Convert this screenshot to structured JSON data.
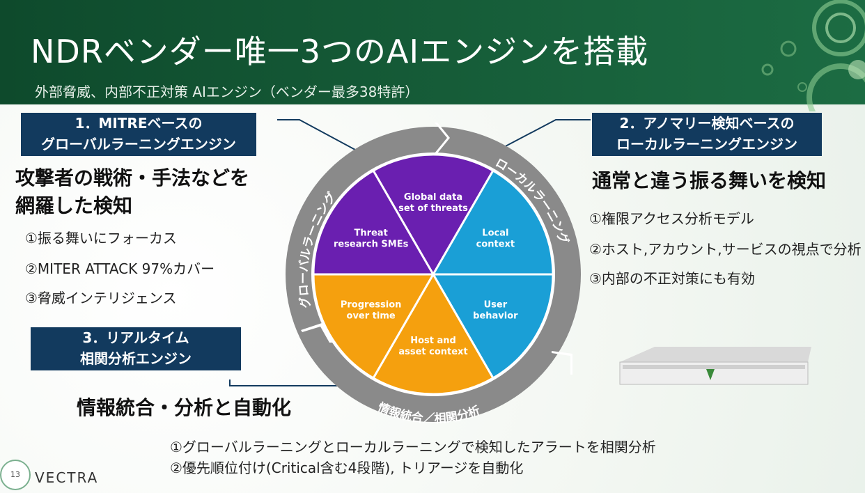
{
  "header": {
    "title": "NDRベンダー唯一3つのAIエンジンを搭載",
    "subtitle": "外部脅威、内部不正対策 AIエンジン（ベンダー最多38特許）"
  },
  "engine1": {
    "label_line1": "1．MITREベースの",
    "label_line2": "グローバルラーニングエンジン",
    "heading_line1": "攻撃者の戦術・手法などを",
    "heading_line2": "網羅した検知",
    "items": [
      "①振る舞いにフォーカス",
      "②MITER ATTACK 97%カバー",
      "③脅威インテリジェンス"
    ]
  },
  "engine2": {
    "label_line1": "2．アノマリー検知ベースの",
    "label_line2": "ローカルラーニングエンジン",
    "heading": "通常と違う振る舞いを検知",
    "items": [
      "①権限アクセス分析モデル",
      "②ホスト,アカウント,サービスの視点で分析",
      "③内部の不正対策にも有効"
    ]
  },
  "engine3": {
    "label_line1": "3．リアルタイム",
    "label_line2": "相関分析エンジン",
    "heading": "情報統合・分析と自動化",
    "items": [
      "①グローバルラーニングとローカルラーニングで検知したアラートを相関分析",
      "②優先順位付け(Critical含む4段階), トリアージを自動化"
    ]
  },
  "wheel": {
    "ring_left": "グローバルラーニング",
    "ring_right": "ローカルラーニング",
    "ring_bottom": "情報統合／相関分析",
    "segments": [
      {
        "line1": "Global data",
        "line2": "set of threats",
        "color": "#6a1fb0"
      },
      {
        "line1": "Local",
        "line2": "context",
        "color": "#1a9fd6"
      },
      {
        "line1": "User",
        "line2": "behavior",
        "color": "#1a9fd6"
      },
      {
        "line1": "Host and",
        "line2": "asset context",
        "color": "#f5a00e"
      },
      {
        "line1": "Progression",
        "line2": "over time",
        "color": "#f5a00e"
      },
      {
        "line1": "Threat",
        "line2": "research SMEs",
        "color": "#6a1fb0"
      }
    ]
  },
  "colors": {
    "header_green": "#175f3a",
    "label_navy": "#123a5e",
    "ring_gray": "#8a8a8a",
    "purple": "#6a1fb0",
    "blue": "#1a9fd6",
    "orange": "#f5a00e"
  },
  "footer": {
    "page_number": "13",
    "brand": "VECTRA"
  }
}
